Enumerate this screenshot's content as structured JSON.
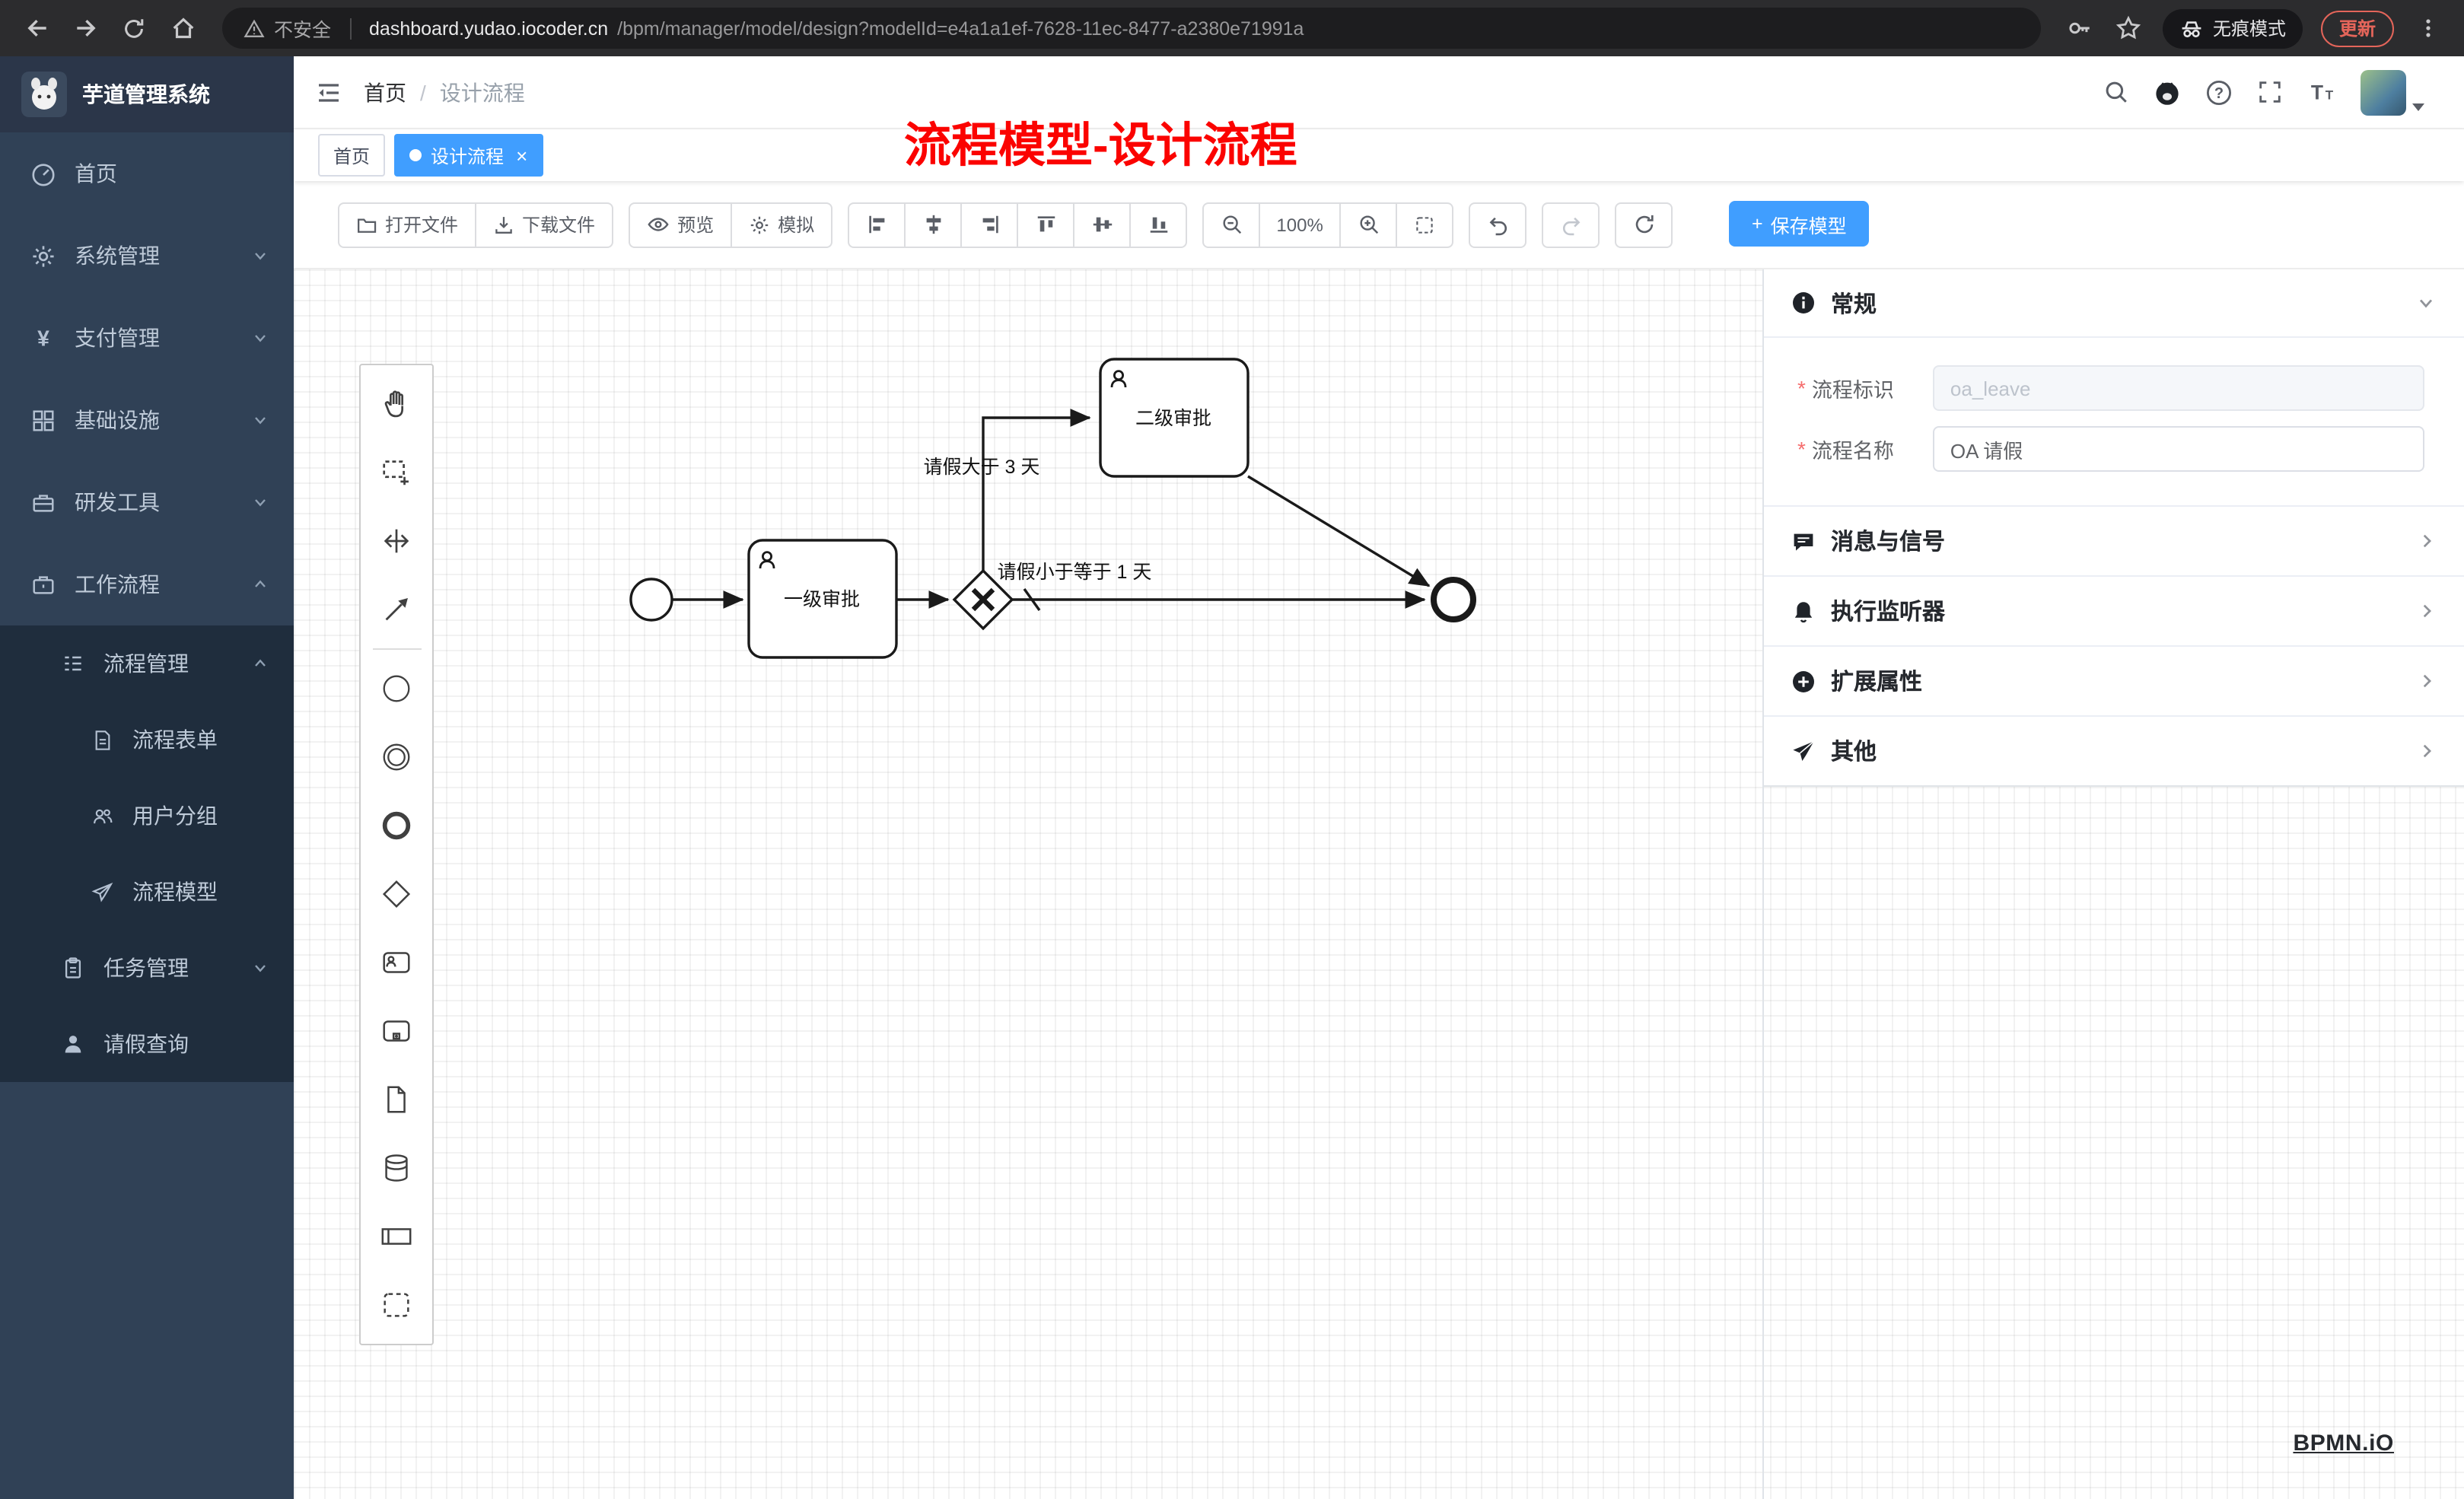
{
  "annotation": "流程模型-设计流程",
  "watermark": "BPMN.iO",
  "ui": {
    "close_glyph": "×",
    "required_mark": "*",
    "breadcrumb_sep": "/"
  },
  "colors": {
    "accent": "#409eff",
    "sidebar_bg": "#304156",
    "submenu_bg": "#1f2d3d",
    "annotation_red": "#fb0300",
    "chrome_bg": "#2c2c2e"
  },
  "browser": {
    "security_label": "不安全",
    "url_host": "dashboard.yudao.iocoder.cn",
    "url_path": "/bpm/manager/model/design?modelId=e4a1a1ef-7628-11ec-8477-a2380e71991a",
    "incognito_label": "无痕模式",
    "update_label": "更新"
  },
  "sidebar": {
    "logo_title": "芋道管理系统",
    "items": [
      {
        "label": "首页"
      },
      {
        "label": "系统管理"
      },
      {
        "label": "支付管理"
      },
      {
        "label": "基础设施"
      },
      {
        "label": "研发工具"
      },
      {
        "label": "工作流程"
      },
      {
        "label": "流程管理"
      },
      {
        "label": "流程表单"
      },
      {
        "label": "用户分组"
      },
      {
        "label": "流程模型"
      },
      {
        "label": "任务管理"
      },
      {
        "label": "请假查询"
      }
    ]
  },
  "header": {
    "breadcrumb": [
      "首页",
      "设计流程"
    ]
  },
  "tags": [
    {
      "label": "首页",
      "active": false
    },
    {
      "label": "设计流程",
      "active": true
    }
  ],
  "toolbar": {
    "open_file": "打开文件",
    "download_file": "下载文件",
    "preview": "预览",
    "simulate": "模拟",
    "zoom_level": "100%",
    "save_plus": "+",
    "save_label": "保存模型"
  },
  "panel": {
    "general_title": "常规",
    "fields": [
      {
        "label": "流程标识",
        "value": "oa_leave",
        "disabled": true
      },
      {
        "label": "流程名称",
        "value": "OA 请假",
        "disabled": false
      }
    ],
    "sections": [
      {
        "label": "消息与信号"
      },
      {
        "label": "执行监听器"
      },
      {
        "label": "扩展属性"
      },
      {
        "label": "其他"
      }
    ]
  },
  "diagram": {
    "tasks": [
      {
        "label": "一级审批"
      },
      {
        "label": "二级审批"
      }
    ],
    "flow_labels": [
      {
        "label": "请假大于 3 天"
      },
      {
        "label": "请假小于等于 1 天"
      }
    ]
  }
}
